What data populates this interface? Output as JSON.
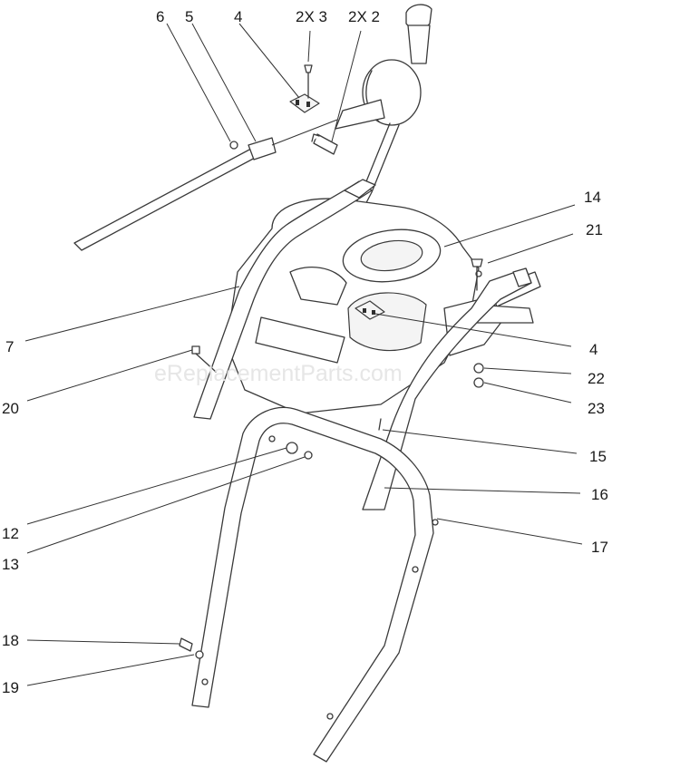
{
  "watermark": "eReplacementParts.com",
  "callouts": [
    {
      "id": "c6",
      "text": "6"
    },
    {
      "id": "c5",
      "text": "5"
    },
    {
      "id": "c4top",
      "text": "4"
    },
    {
      "id": "c3",
      "text": "2X 3"
    },
    {
      "id": "c2",
      "text": "2X 2"
    },
    {
      "id": "c14",
      "text": "14"
    },
    {
      "id": "c21",
      "text": "21"
    },
    {
      "id": "c7",
      "text": "7"
    },
    {
      "id": "c4",
      "text": "4"
    },
    {
      "id": "c20",
      "text": "20"
    },
    {
      "id": "c22",
      "text": "22"
    },
    {
      "id": "c23",
      "text": "23"
    },
    {
      "id": "c15",
      "text": "15"
    },
    {
      "id": "c16",
      "text": "16"
    },
    {
      "id": "c12",
      "text": "12"
    },
    {
      "id": "c17",
      "text": "17"
    },
    {
      "id": "c13",
      "text": "13"
    },
    {
      "id": "c18",
      "text": "18"
    },
    {
      "id": "c19",
      "text": "19"
    }
  ]
}
